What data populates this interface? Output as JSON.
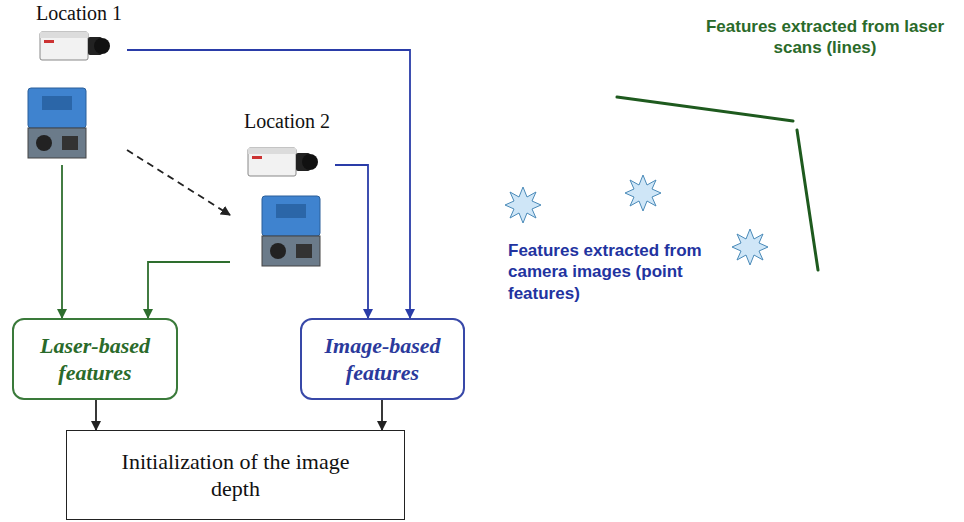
{
  "diagram": {
    "nodes": [
      {
        "text": [
          "Location 1"
        ]
      },
      {
        "text": [
          "Location 2"
        ]
      },
      {
        "text": [
          "Laser-based features"
        ]
      },
      {
        "text": [
          "Image-based features"
        ]
      },
      {
        "text": [
          "Initialization of the image depth"
        ]
      }
    ],
    "edges": [
      {
        "from": 0,
        "to": 2,
        "arrow": "to"
      },
      {
        "from": 0,
        "to": 3,
        "arrow": "to"
      },
      {
        "from": 0,
        "to": 1,
        "arrow": "to"
      },
      {
        "from": 1,
        "to": 2,
        "arrow": "to"
      },
      {
        "from": 1,
        "to": 3,
        "arrow": "to"
      },
      {
        "from": 2,
        "to": 4,
        "arrow": "to"
      },
      {
        "from": 3,
        "to": 4,
        "arrow": "to"
      }
    ],
    "labels": [
      "Features extracted from laser scans (lines)",
      "Features extracted from camera images (point features)"
    ]
  }
}
